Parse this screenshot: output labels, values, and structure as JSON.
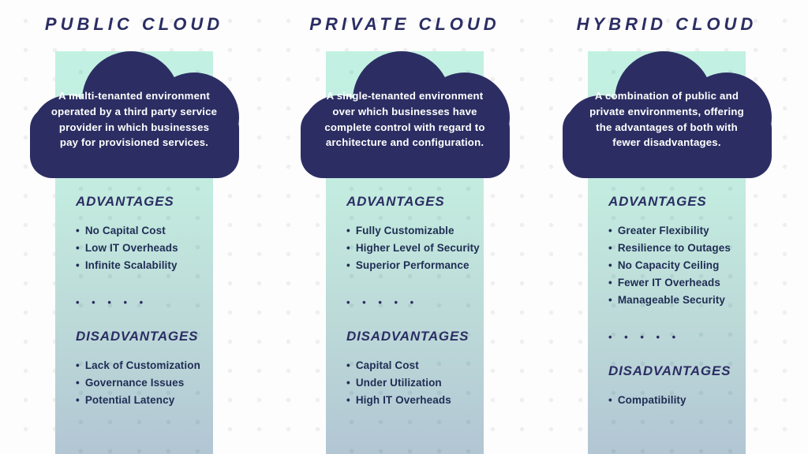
{
  "shared": {
    "divider_dots": "•  •  •  •  •",
    "colors": {
      "cloud_navy": "#2c2e63",
      "heading_navy": "#2b2d63",
      "list_text": "#1f2d54",
      "strip_top_mint": "#c2f1e2",
      "strip_bottom_bluegray": "#b2c6d4",
      "background": "#fdfdfd"
    }
  },
  "columns": [
    {
      "title": "PUBLIC CLOUD",
      "description": "A multi-tenanted environment operated by a third party service provider in which businesses pay for provisioned services.",
      "advantages_label": "ADVANTAGES",
      "advantages": [
        "No Capital Cost",
        "Low IT Overheads",
        "Infinite Scalability"
      ],
      "disadvantages_label": "DISADVANTAGES",
      "disadvantages": [
        "Lack of Customization",
        "Governance Issues",
        "Potential Latency"
      ]
    },
    {
      "title": "PRIVATE CLOUD",
      "description": "A single-tenanted environment over which businesses have complete control with regard to architecture and configuration.",
      "advantages_label": "ADVANTAGES",
      "advantages": [
        "Fully Customizable",
        "Higher Level of Security",
        "Superior Performance"
      ],
      "disadvantages_label": "DISADVANTAGES",
      "disadvantages": [
        "Capital Cost",
        "Under Utilization",
        "High IT Overheads"
      ]
    },
    {
      "title": "HYBRID CLOUD",
      "description": "A combination of public and private environments, offering the advantages of both with fewer disadvantages.",
      "advantages_label": "ADVANTAGES",
      "advantages": [
        "Greater Flexibility",
        "Resilience to Outages",
        "No Capacity Ceiling",
        "Fewer IT Overheads",
        "Manageable Security"
      ],
      "disadvantages_label": "DISADVANTAGES",
      "disadvantages": [
        "Compatibility"
      ]
    }
  ]
}
